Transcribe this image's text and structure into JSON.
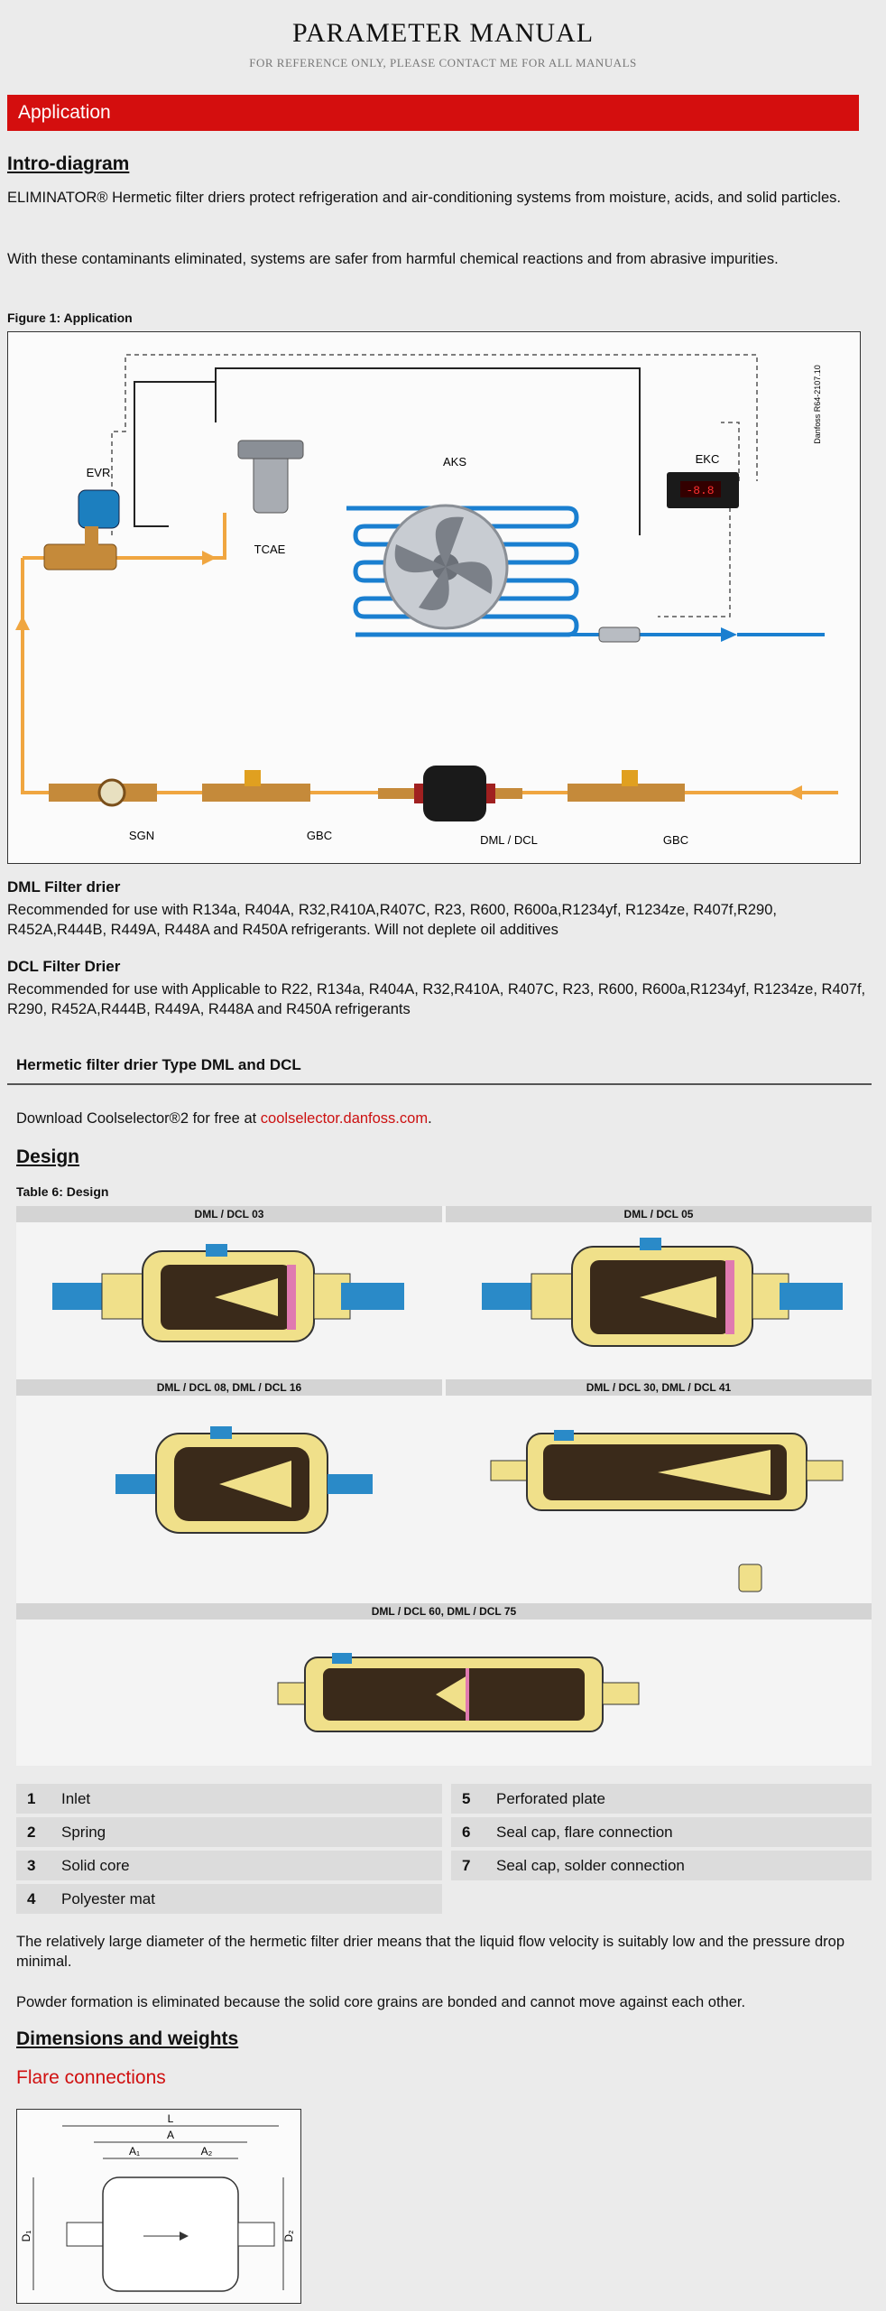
{
  "header": {
    "title": "PARAMETER MANUAL",
    "subtitle": "FOR REFERENCE ONLY, PLEASE CONTACT ME FOR ALL MANUALS"
  },
  "application_bar": "Application",
  "intro": {
    "heading": "Intro-diagram",
    "para1": "ELIMINATOR® Hermetic filter driers protect refrigeration and air-conditioning systems from moisture, acids, and solid particles.",
    "para2": "With these contaminants eliminated, systems are safer from harmful chemical reactions and from abrasive impurities.",
    "figure_caption": "Figure 1: Application"
  },
  "diagram": {
    "labels": {
      "evr": "EVR",
      "tcae": "TCAE",
      "aks": "AKS",
      "ekc": "EKC",
      "sgn": "SGN",
      "gbc_left": "GBC",
      "dml_dcl": "DML / DCL",
      "gbc_right": "GBC",
      "vertical_code": "Danfoss R64-2107.10",
      "display_value": "-8.8"
    }
  },
  "dml": {
    "heading": "DML Filter drier",
    "text": "Recommended for use with R134a, R404A, R32,R410A,R407C, R23, R600, R600a,R1234yf, R1234ze, R407f,R290, R452A,R444B, R449A, R448A and R450A refrigerants. Will not deplete oil additives"
  },
  "dcl": {
    "heading": "DCL Filter Drier",
    "text": "Recommended for use with Applicable to R22, R134a, R404A, R32,R410A, R407C, R23, R600, R600a,R1234yf, R1234ze, R407f, R290, R452A,R444B, R449A, R448A and R450A refrigerants"
  },
  "hermetic_heading": "Hermetic filter drier Type DML and DCL",
  "download": {
    "text": "Download Coolselector®2 for free at ",
    "link": "coolselector.danfoss.com",
    "end": "."
  },
  "design": {
    "heading": "Design",
    "table_caption": "Table 6: Design",
    "panels": [
      {
        "title": "DML / DCL 03"
      },
      {
        "title": "DML / DCL 05"
      },
      {
        "title": "DML / DCL 08, DML / DCL 16"
      },
      {
        "title": "DML / DCL 30, DML / DCL 41"
      },
      {
        "title": "DML / DCL 60, DML / DCL 75"
      }
    ],
    "legend": [
      {
        "n": "1",
        "label": "Inlet"
      },
      {
        "n": "5",
        "label": "Perforated plate"
      },
      {
        "n": "2",
        "label": "Spring"
      },
      {
        "n": "6",
        "label": "Seal cap, flare connection"
      },
      {
        "n": "3",
        "label": "Solid core"
      },
      {
        "n": "7",
        "label": "Seal cap, solder connection"
      },
      {
        "n": "4",
        "label": "Polyester mat"
      }
    ],
    "para1": "The relatively large diameter of the hermetic filter drier means that the liquid flow velocity is suitably low and the pressure drop minimal.",
    "para2": "Powder formation is eliminated because the solid core grains are bonded and cannot move against each other."
  },
  "dimensions": {
    "heading": "Dimensions and weights",
    "subheading": "Flare connections",
    "labels": {
      "L": "L",
      "A": "A",
      "A1": "A₁",
      "A2": "A₂",
      "D1": "D₁",
      "D2": "D₂"
    }
  },
  "colors": {
    "accent_red": "#d40e0e",
    "pipe_blue": "#1a7fd0",
    "pipe_orange": "#f0a640",
    "dark_body": "#3a2a1a",
    "fitting_yellow": "#f0e08a",
    "fitting_blue": "#2a8ac8"
  }
}
